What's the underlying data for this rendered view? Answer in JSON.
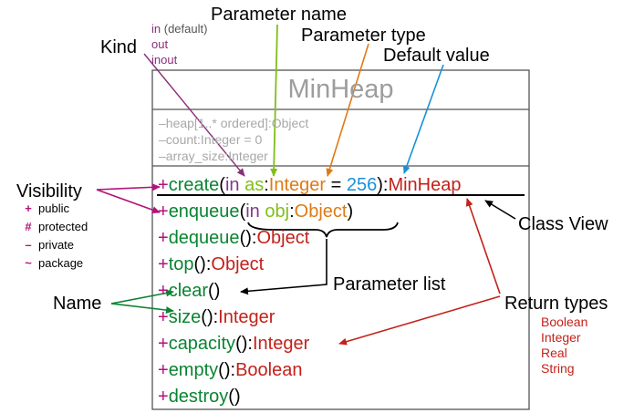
{
  "class": {
    "name": "MinHeap",
    "attributes": [
      "–heap[1..* ordered]:Object",
      "–count:Integer = 0",
      "–array_size:Integer"
    ],
    "operations": [
      {
        "vis": "+",
        "name": "create",
        "open": "(",
        "kind": "in",
        "pname": "as",
        "colon": ":",
        "ptype": "Integer",
        "eq": " = ",
        "default": "256",
        "close": ")",
        "rcolon": ":",
        "rtype": "MinHeap"
      },
      {
        "vis": "+",
        "name": "enqueue",
        "open": "(",
        "kind": "in",
        "pname": "obj",
        "colon": ":",
        "ptype": "Object",
        "close": ")"
      },
      {
        "vis": "+",
        "name": "dequeue",
        "open": "(",
        "close": ")",
        "rcolon": ":",
        "rtype": "Object"
      },
      {
        "vis": "+",
        "name": "top",
        "open": "(",
        "close": ")",
        "rcolon": ":",
        "rtype": "Object"
      },
      {
        "vis": "+",
        "name": "clear",
        "open": "(",
        "close": ")"
      },
      {
        "vis": "+",
        "name": "size",
        "open": "(",
        "close": ")",
        "rcolon": ":",
        "rtype": "Integer"
      },
      {
        "vis": "+",
        "name": "capacity",
        "open": "(",
        "close": ")",
        "rcolon": ":",
        "rtype": "Integer"
      },
      {
        "vis": "+",
        "name": "empty",
        "open": "(",
        "close": ")",
        "rcolon": ":",
        "rtype": "Boolean"
      },
      {
        "vis": "+",
        "name": "destroy",
        "open": "(",
        "close": ")"
      }
    ]
  },
  "annotations": {
    "parameter_name": "Parameter name",
    "kind": "Kind",
    "parameter_type": "Parameter type",
    "default_value": "Default value",
    "visibility": "Visibility",
    "class_view": "Class View",
    "parameter_list": "Parameter list",
    "name": "Name",
    "return_types": "Return types"
  },
  "kind_options": [
    {
      "kw": "in",
      "note": " (default)"
    },
    {
      "kw": "out",
      "note": ""
    },
    {
      "kw": "inout",
      "note": ""
    }
  ],
  "visibility_options": [
    {
      "symbol": "+",
      "label": "public"
    },
    {
      "symbol": "#",
      "label": "protected"
    },
    {
      "symbol": "–",
      "label": "private"
    },
    {
      "symbol": "~",
      "label": "package"
    }
  ],
  "return_type_examples": [
    "Boolean",
    "Integer",
    "Real",
    "String"
  ],
  "colors": {
    "visibility": "#b3127a",
    "name": "#0a8431",
    "kind": "#7f3b8a",
    "parameter_name": "#7fbf1a",
    "parameter_type": "#e07a14",
    "default_value": "#1a90d8",
    "return_type": "#c3211a"
  }
}
